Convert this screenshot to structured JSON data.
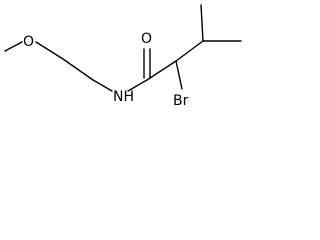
{
  "structure": {
    "atoms": {
      "oxygen_ether": "O",
      "oxygen_carbonyl": "O",
      "amide_nitrogen": "NH",
      "bromine": "Br"
    }
  }
}
